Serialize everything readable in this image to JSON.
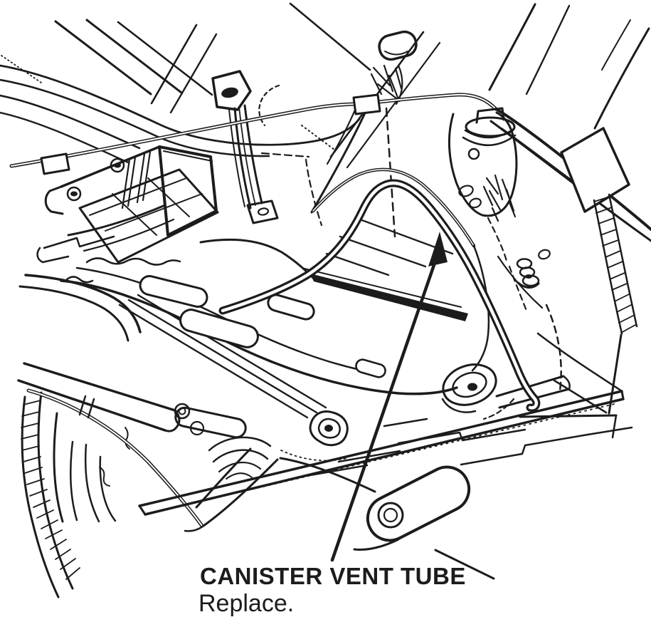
{
  "figure": {
    "kind": "service-manual line illustration, vehicle underbody",
    "callout": {
      "label": "CANISTER VENT TUBE",
      "instruction": "Replace."
    }
  },
  "icons": [
    {
      "name": "callout-arrow-icon",
      "meaning": "solid arrow pointing to the canister vent tube"
    }
  ],
  "colors": {
    "ink": "#1c1c1c",
    "paper": "#ffffff"
  }
}
